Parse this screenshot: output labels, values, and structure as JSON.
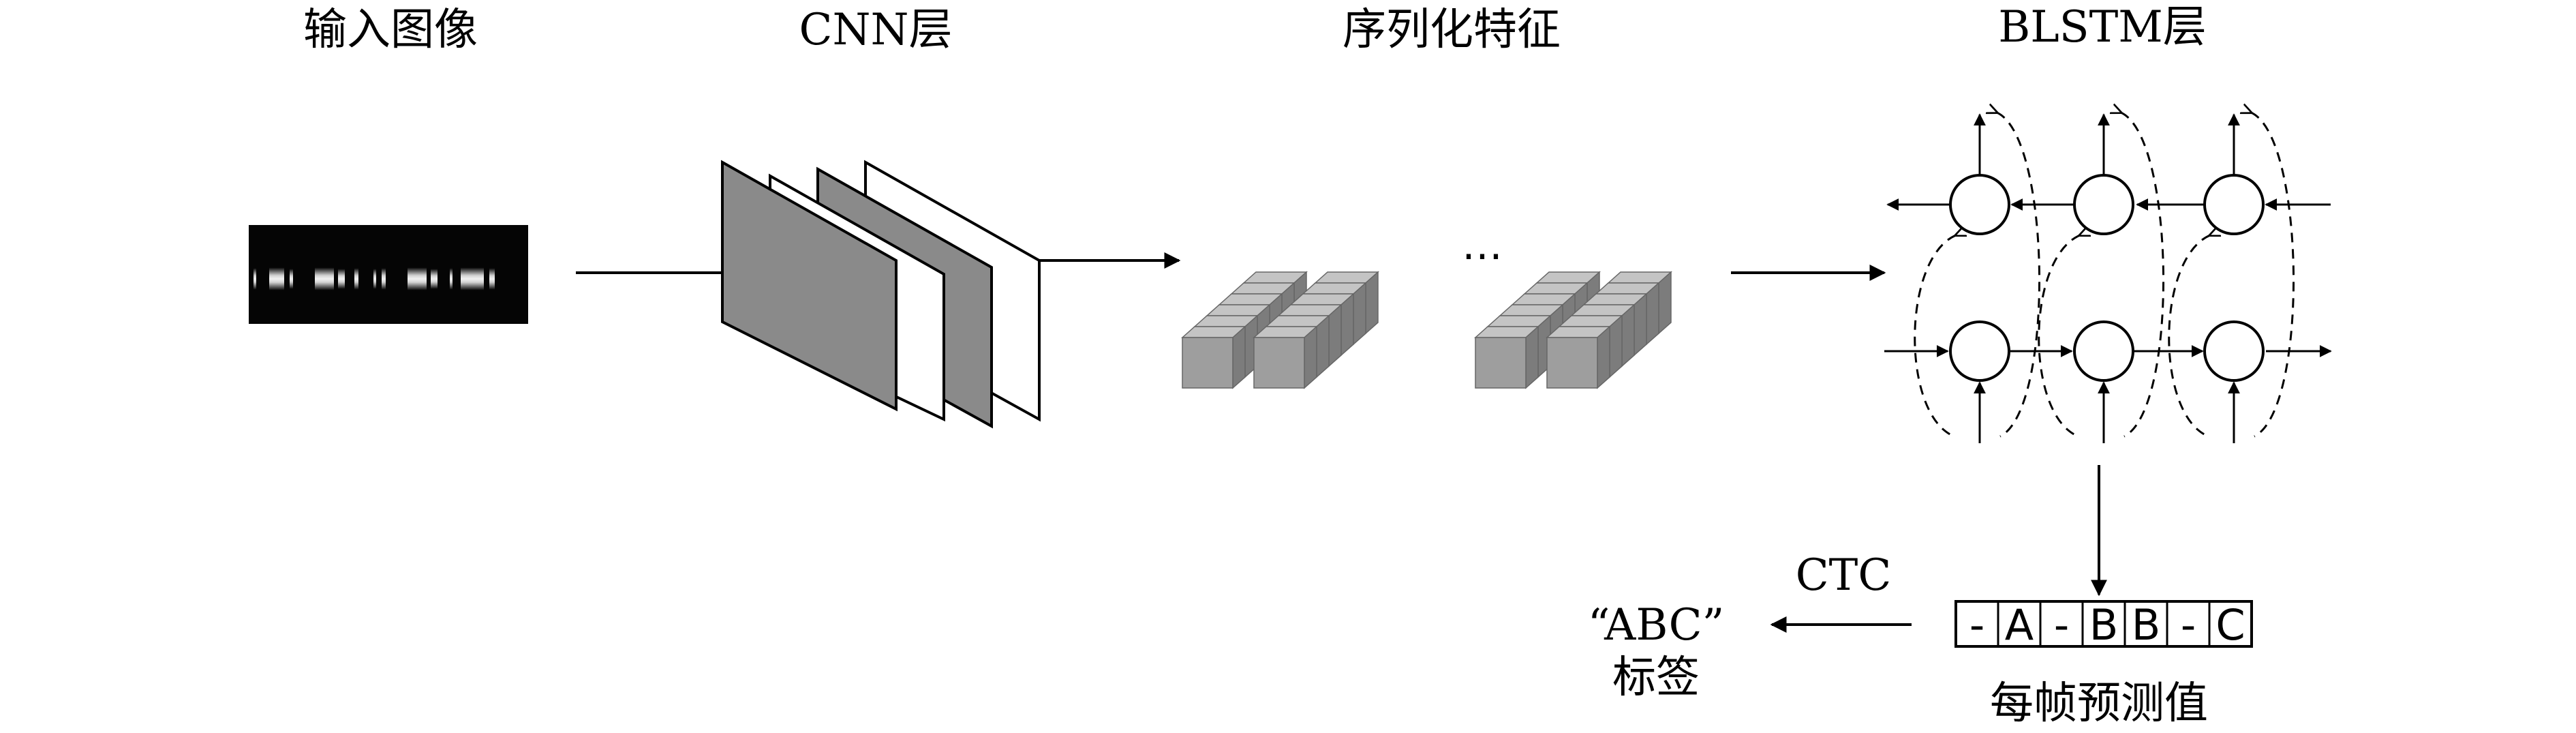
{
  "stages": {
    "input_image": "输入图像",
    "cnn_layer": "CNN层",
    "sequence_features": "序列化特征",
    "blstm_layer": "BLSTM层"
  },
  "ellipsis": "⋯",
  "ctc": {
    "label": "CTC",
    "output_line1": "“ABC”",
    "output_line2": "标签"
  },
  "frame_predictions": {
    "caption": "每帧预测值",
    "cells": [
      "-",
      "A",
      "-",
      "B",
      "B",
      "-",
      "C"
    ]
  },
  "colors": {
    "map_fill": "#8a8a8a",
    "cube_front": "#9e9e9e",
    "cube_top": "#c4c4c4",
    "cube_side": "#7c7c7c",
    "barcode_bg": "#050505"
  }
}
